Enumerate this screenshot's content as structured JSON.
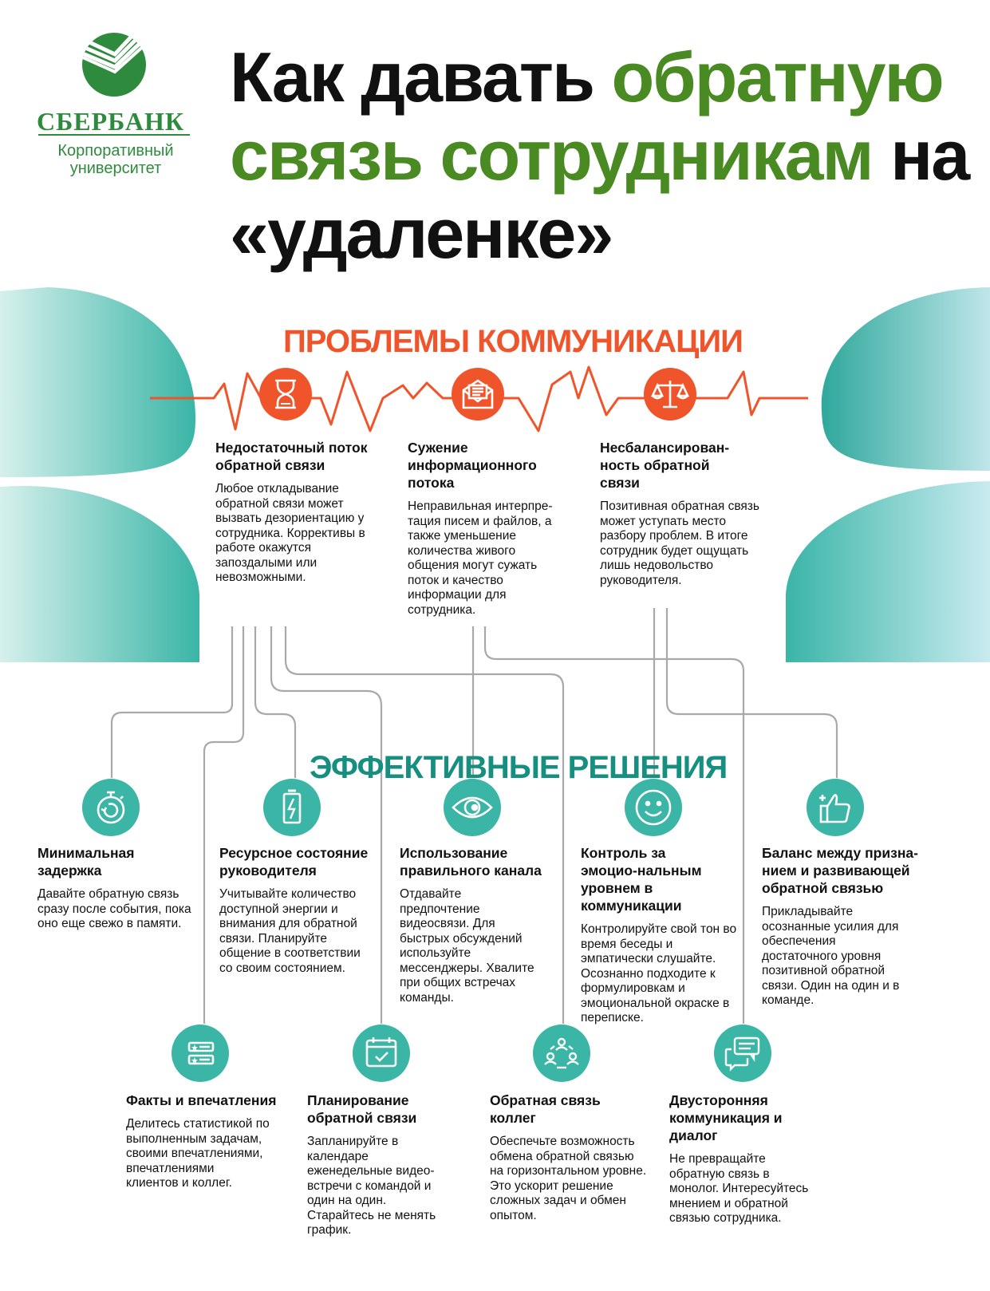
{
  "logo": {
    "bank_name": "СБЕРБАНК",
    "subtitle_line1": "Корпоративный",
    "subtitle_line2": "университет"
  },
  "title": {
    "part1": "Как давать ",
    "part2_green": "обратную связь сотрудникам",
    "part3": " на «удаленке»"
  },
  "colors": {
    "orange": "#f0542a",
    "teal": "#3ab5a6",
    "green": "#4a8a22",
    "sber_green": "#2e8b3d"
  },
  "problems": {
    "heading": "ПРОБЛЕМЫ КОММУНИКАЦИИ",
    "items": [
      {
        "icon": "hourglass-icon",
        "title": "Недостаточный поток обратной связи",
        "text": "Любое откладывание обратной связи может вызвать дезориентацию у сотрудника. Коррективы в работе окажутся запоздалыми или невозможными."
      },
      {
        "icon": "envelope-icon",
        "title": "Сужение информационного потока",
        "text": "Неправильная интерпре-тация писем и файлов, а также уменьшение количества живого общения могут сужать поток и качество информации для сотрудника."
      },
      {
        "icon": "scales-icon",
        "title": "Несбалансирован-ность обратной связи",
        "text": "Позитивная обратная связь может уступать место разбору проблем. В итоге сотрудник будет ощущать лишь недовольство руководителя."
      }
    ]
  },
  "solutions": {
    "heading": "ЭФФЕКТИВНЫЕ РЕШЕНИЯ",
    "top_row": [
      {
        "icon": "stopwatch-icon",
        "title": "Минимальная задержка",
        "text": "Давайте обратную связь сразу после события, пока оно еще свежо в памяти."
      },
      {
        "icon": "battery-icon",
        "title": "Ресурсное состояние руководителя",
        "text": "Учитывайте количество доступной энергии и внимания для обратной связи. Планируйте общение в соответствии со своим состоянием."
      },
      {
        "icon": "eye-icon",
        "title": "Использование правильного канала",
        "text": "Отдавайте предпочтение видеосвязи. Для быстрых обсуждений используйте мессенджеры. Хвалите при общих встречах команды."
      },
      {
        "icon": "smiley-icon",
        "title": "Контроль за эмоцио-нальным уровнем в коммуникации",
        "text": "Контролируйте свой тон во время беседы и эмпатически слушайте. Осознанно подходите к формулировкам и эмоциональной окраске в переписке."
      },
      {
        "icon": "thumbs-up-icon",
        "title": "Баланс между призна-нием и развивающей обратной связью",
        "text": "Прикладывайте осознанные усилия для обеспечения достаточного уровня позитивной обратной связи. Один на один и в команде."
      }
    ],
    "bottom_row": [
      {
        "icon": "list-stars-icon",
        "title": "Факты и впечатления",
        "text": "Делитесь статистикой по выполненным задачам, своими впечатлениями, впечатлениями клиентов и коллег."
      },
      {
        "icon": "calendar-check-icon",
        "title": "Планирование обратной связи",
        "text": "Запланируйте в календаре еженедельные видео-встречи с командой и один на один. Старайтесь не менять график."
      },
      {
        "icon": "team-circle-icon",
        "title": "Обратная связь коллег",
        "text": "Обеспечьте возможность обмена обратной связью на горизонтальном уровне. Это ускорит решение сложных задач и обмен опытом."
      },
      {
        "icon": "chat-bubbles-icon",
        "title": "Двусторонняя коммуникация и диалог",
        "text": "Не превращайте обратную связь в монолог. Интересуйтесь мнением и обратной связью сотрудника."
      }
    ]
  }
}
